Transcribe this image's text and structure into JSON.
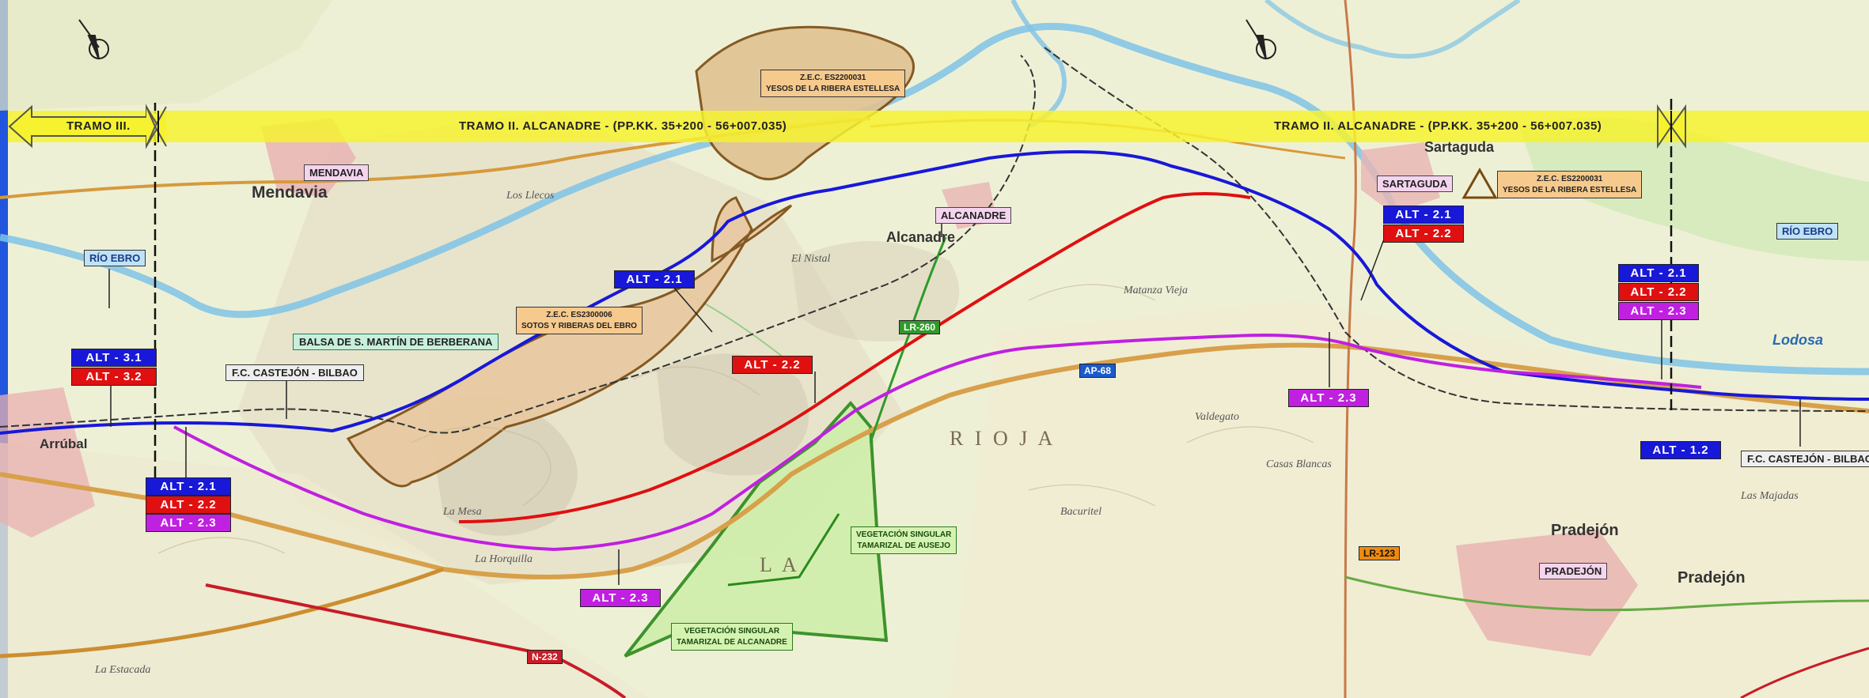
{
  "map": {
    "tramos": {
      "left": "TRAMO III.",
      "center": "TRAMO II. ALCANADRE  -  (PP.KK. 35+200 - 56+007.035)",
      "right": "TRAMO II. ALCANADRE  -  (PP.KK. 35+200 - 56+007.035)"
    },
    "alternatives": {
      "a31": "ALT - 3.1",
      "a32": "ALT - 3.2",
      "a21": "ALT - 2.1",
      "a22": "ALT - 2.2",
      "a23": "ALT - 2.3",
      "a12": "ALT - 1.2"
    },
    "places": {
      "mendavia": "MENDAVIA",
      "alcanadre": "ALCANADRE",
      "sartaguda": "SARTAGUDA",
      "pradejon": "PRADEJÓN",
      "rio_ebro": "RÍO EBRO",
      "fc_castejon_bilbao": "F.C. CASTEJÓN - BILBAO",
      "balsa": "BALSA DE S. MARTÍN DE BERBERANA"
    },
    "zec": {
      "code_31": "Z.E.C. ES2200031",
      "yesos": "YESOS DE LA RIBERA ESTELLESA",
      "code_06": "Z.E.C. ES2300006",
      "sotos": "SOTOS Y RIBERAS DEL EBRO"
    },
    "vegetation": {
      "title": "VEGETACIÓN SINGULAR",
      "ausejo": "TAMARIZAL DE AUSEJO",
      "alcanadre": "TAMARIZAL DE ALCANADRE"
    },
    "roads": {
      "lr260": "LR-260",
      "ap68": "AP-68",
      "lr123": "LR-123",
      "n232": "N-232"
    },
    "towns": {
      "mendavia": "Mendavia",
      "alcanadre": "Alcanadre",
      "sartaguda": "Sartaguda",
      "pradejon": "Pradejón",
      "pradejon2": "Pradejón",
      "arrubal": "Arrúbal",
      "lodosa": "Lodosa"
    },
    "region": {
      "rioja": "R I O J A",
      "la": "L A"
    },
    "colors": {
      "alt_blue": "#1818d8",
      "alt_red": "#e01010",
      "alt_purple": "#c020e0",
      "tramo_band": "#f6f230",
      "zec_fill": "#f6c98d",
      "veg_fill": "#cfeeaa"
    },
    "icons": [
      "north-arrow-icon",
      "north-arrow-icon"
    ]
  }
}
